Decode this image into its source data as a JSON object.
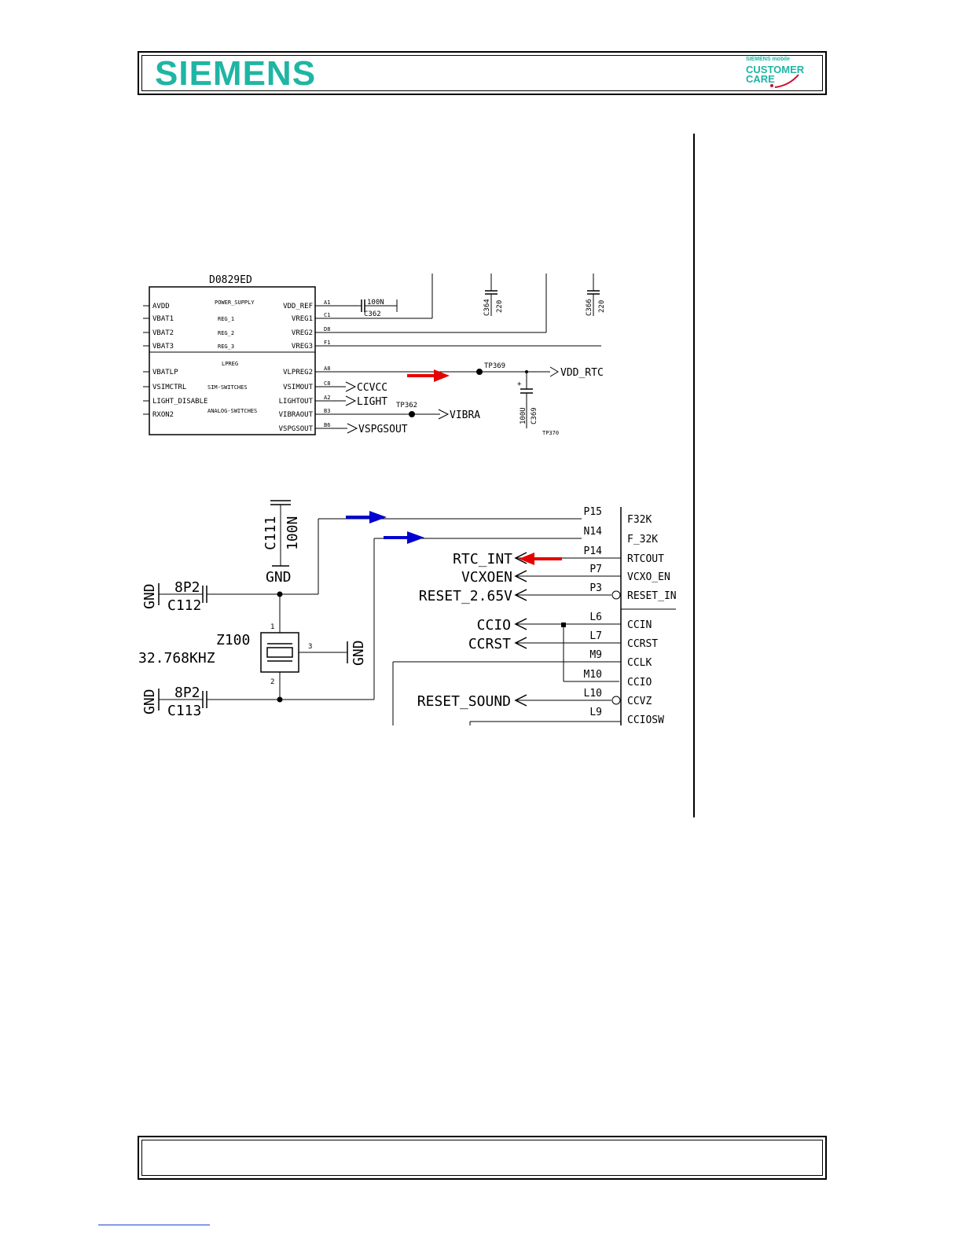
{
  "header": {
    "brand": "SIEMENS",
    "logo_top": "SIEMENS mobile",
    "logo_line1": "CUSTOMER",
    "logo_line2": "CARE"
  },
  "schematic_top": {
    "ic_name": "D0829ED",
    "pins_left": [
      "AVDD",
      "VBAT1",
      "VBAT2",
      "VBAT3",
      "VBATLP",
      "VSIMCTRL",
      "LIGHT_DISABLE",
      "RXON2"
    ],
    "blocks": [
      "POWER_SUPPLY",
      "REG_1",
      "REG_2",
      "REG_3",
      "LPREG",
      "SIM-SWITCHES",
      "ANALOG-SWITCHES"
    ],
    "pins_right": [
      "VDD_REF",
      "VREG1",
      "VREG2",
      "VREG3",
      "VLPREG2",
      "VSIMOUT",
      "LIGHTOUT",
      "VIBRAOUT",
      "VSPGSOUT"
    ],
    "pin_numbers": [
      "A1",
      "C1",
      "D8",
      "F1",
      "A8",
      "C8",
      "A2",
      "B3",
      "B6"
    ],
    "cap_c362_value": "100N",
    "cap_c362": "C362",
    "cap_c364": "C364",
    "cap_c364_value": "220",
    "cap_c366": "C366",
    "cap_c366_value": "220",
    "tp369": "TP369",
    "vdd_rtc": "VDD_RTC",
    "cap_c369_value": "100U",
    "cap_c369": "C369",
    "plus": "+",
    "ccvcc": "CCVCC",
    "light": "LIGHT",
    "tp362": "TP362",
    "vibra": "VIBRA",
    "vspgsout": "VSPGSOUT",
    "tp370": "TP370"
  },
  "schematic_bottom": {
    "c111": "C111",
    "c111_value": "100N",
    "gnd": "GND",
    "c112_value": "8P2",
    "c112": "C112",
    "c113_value": "8P2",
    "c113": "C113",
    "z100": "Z100",
    "z100_freq": "32.768KHZ",
    "crystal_pins": [
      "1",
      "2",
      "3"
    ],
    "pin_numbers": [
      "P15",
      "N14",
      "P14",
      "P7",
      "P3",
      "L6",
      "L7",
      "M9",
      "M10",
      "L10",
      "L9"
    ],
    "pins_right": [
      "F32K",
      "F_32K",
      "RTCOUT",
      "VCXO_EN",
      "RESET_IN",
      "CCIN",
      "CCRST",
      "CCLK",
      "CCIO",
      "CCVZ",
      "CCIOSW"
    ],
    "net_labels": [
      "RTC_INT",
      "VCXOEN",
      "RESET_2.65V",
      "CCIO",
      "CCRST",
      "RESET_SOUND"
    ]
  },
  "arrow_colors": {
    "red": "#e60000",
    "blue": "#0000d0"
  }
}
